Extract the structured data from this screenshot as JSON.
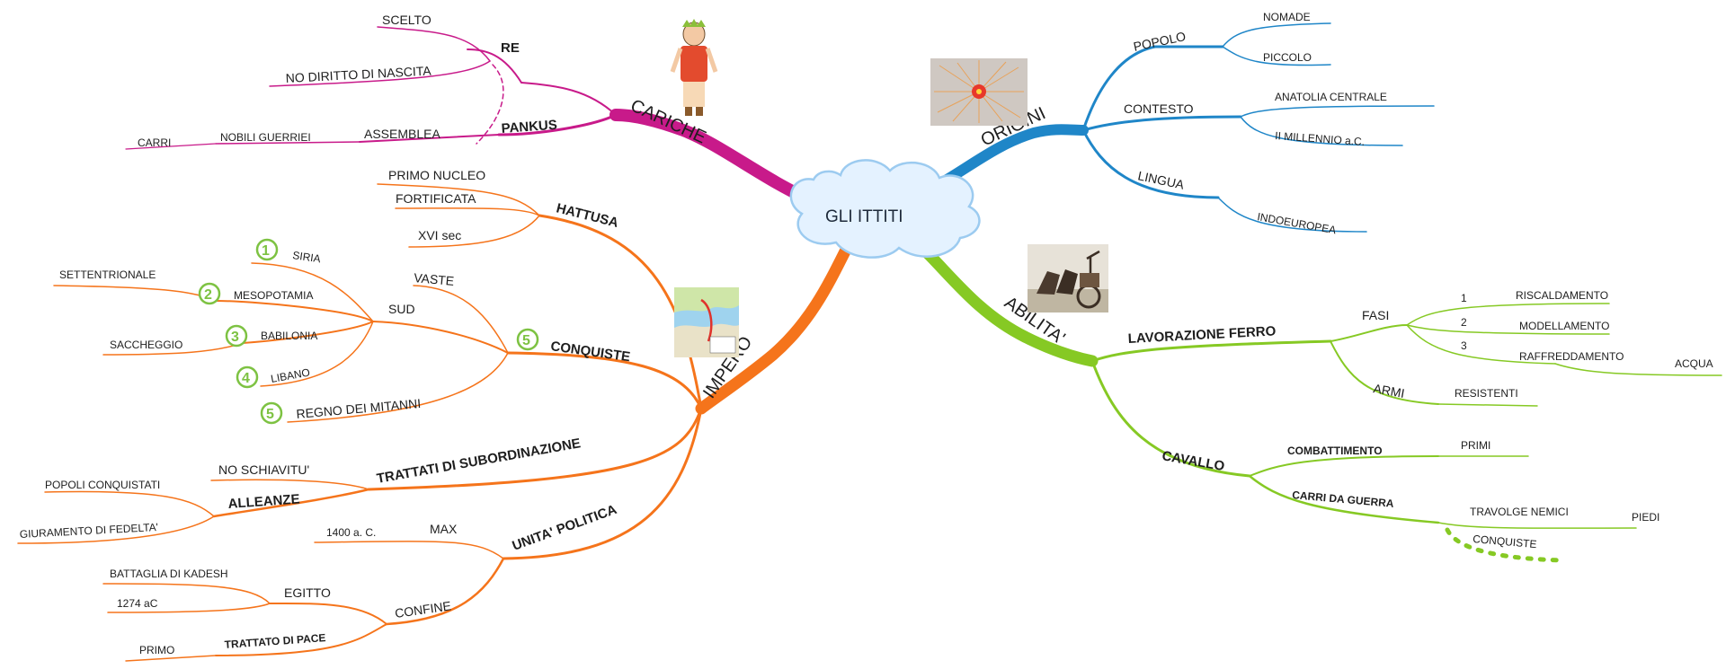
{
  "center": {
    "title": "GLI ITTITI"
  },
  "colors": {
    "cariche": "#c81a8a",
    "origini": "#1f86c8",
    "impero": "#f5741b",
    "abilita": "#86c924",
    "cloud": "#dcefff",
    "cloud_outline": "#8fc4ea",
    "badge": "#7dc242"
  },
  "cariche": {
    "label": "CARICHE",
    "re": {
      "label": "RE",
      "items": [
        "SCELTO",
        "NO DIRITTO DI NASCITA"
      ]
    },
    "pankus": {
      "label": "PANKUS",
      "assemblea": "ASSEMBLEA",
      "nobili": "NOBILI GUERRIEI",
      "carri": "CARRI"
    }
  },
  "origini": {
    "label": "ORIGINI",
    "popolo": {
      "label": "POPOLO",
      "items": [
        "NOMADE",
        "PICCOLO"
      ]
    },
    "contesto": {
      "label": "CONTESTO",
      "items": [
        "ANATOLIA CENTRALE",
        "II MILLENNIO a.C."
      ]
    },
    "lingua": {
      "label": "LINGUA",
      "items": [
        "INDOEUROPEA"
      ]
    }
  },
  "impero": {
    "label": "IMPERO",
    "hattusa": {
      "label": "HATTUSA",
      "items": [
        "PRIMO NUCLEO",
        "FORTIFICATA",
        "XVI sec"
      ]
    },
    "conquiste": {
      "label": "CONQUISTE",
      "badge": "5",
      "vaste": "VASTE",
      "sud": "SUD",
      "siria": {
        "badge": "1",
        "label": "SIRIA"
      },
      "mesopotamia": {
        "badge": "2",
        "label": "MESOPOTAMIA",
        "sub": "SETTENTRIONALE"
      },
      "babilonia": {
        "badge": "3",
        "label": "BABILONIA",
        "sub": "SACCHEGGIO"
      },
      "libano": {
        "badge": "4",
        "label": "LIBANO"
      },
      "mitanni": {
        "badge": "5",
        "label": "REGNO DEI MITANNI"
      }
    },
    "trattati": {
      "label": "TRATTATI DI SUBORDINAZIONE",
      "no_schiavitu": "NO SCHIAVITU'",
      "alleanze": {
        "label": "ALLEANZE",
        "items": [
          "POPOLI CONQUISTATI",
          "GIURAMENTO DI FEDELTA'"
        ]
      }
    },
    "unita": {
      "label": "UNITA' POLITICA",
      "max": "MAX",
      "max_date": "1400 a. C.",
      "confine": "CONFINE",
      "egitto": {
        "label": "EGITTO",
        "items": [
          "BATTAGLIA DI KADESH",
          "1274 aC"
        ]
      },
      "trattato_pace": {
        "label": "TRATTATO DI PACE",
        "sub": "PRIMO"
      }
    }
  },
  "abilita": {
    "label": "ABILITA'",
    "ferro": {
      "label": "LAVORAZIONE FERRO",
      "fasi": "FASI",
      "steps": [
        {
          "n": "1",
          "label": "RISCALDAMENTO"
        },
        {
          "n": "2",
          "label": "MODELLAMENTO"
        },
        {
          "n": "3",
          "label": "RAFFREDDAMENTO"
        }
      ],
      "acqua": "ACQUA",
      "armi": "ARMI",
      "resistenti": "RESISTENTI"
    },
    "cavallo": {
      "label": "CAVALLO",
      "combattimento": "COMBATTIMENTO",
      "primi": "PRIMI",
      "carri": "CARRI DA GUERRA",
      "travolge": "TRAVOLGE NEMICI",
      "piedi": "PIEDI",
      "conquiste": "CONQUISTE"
    }
  }
}
